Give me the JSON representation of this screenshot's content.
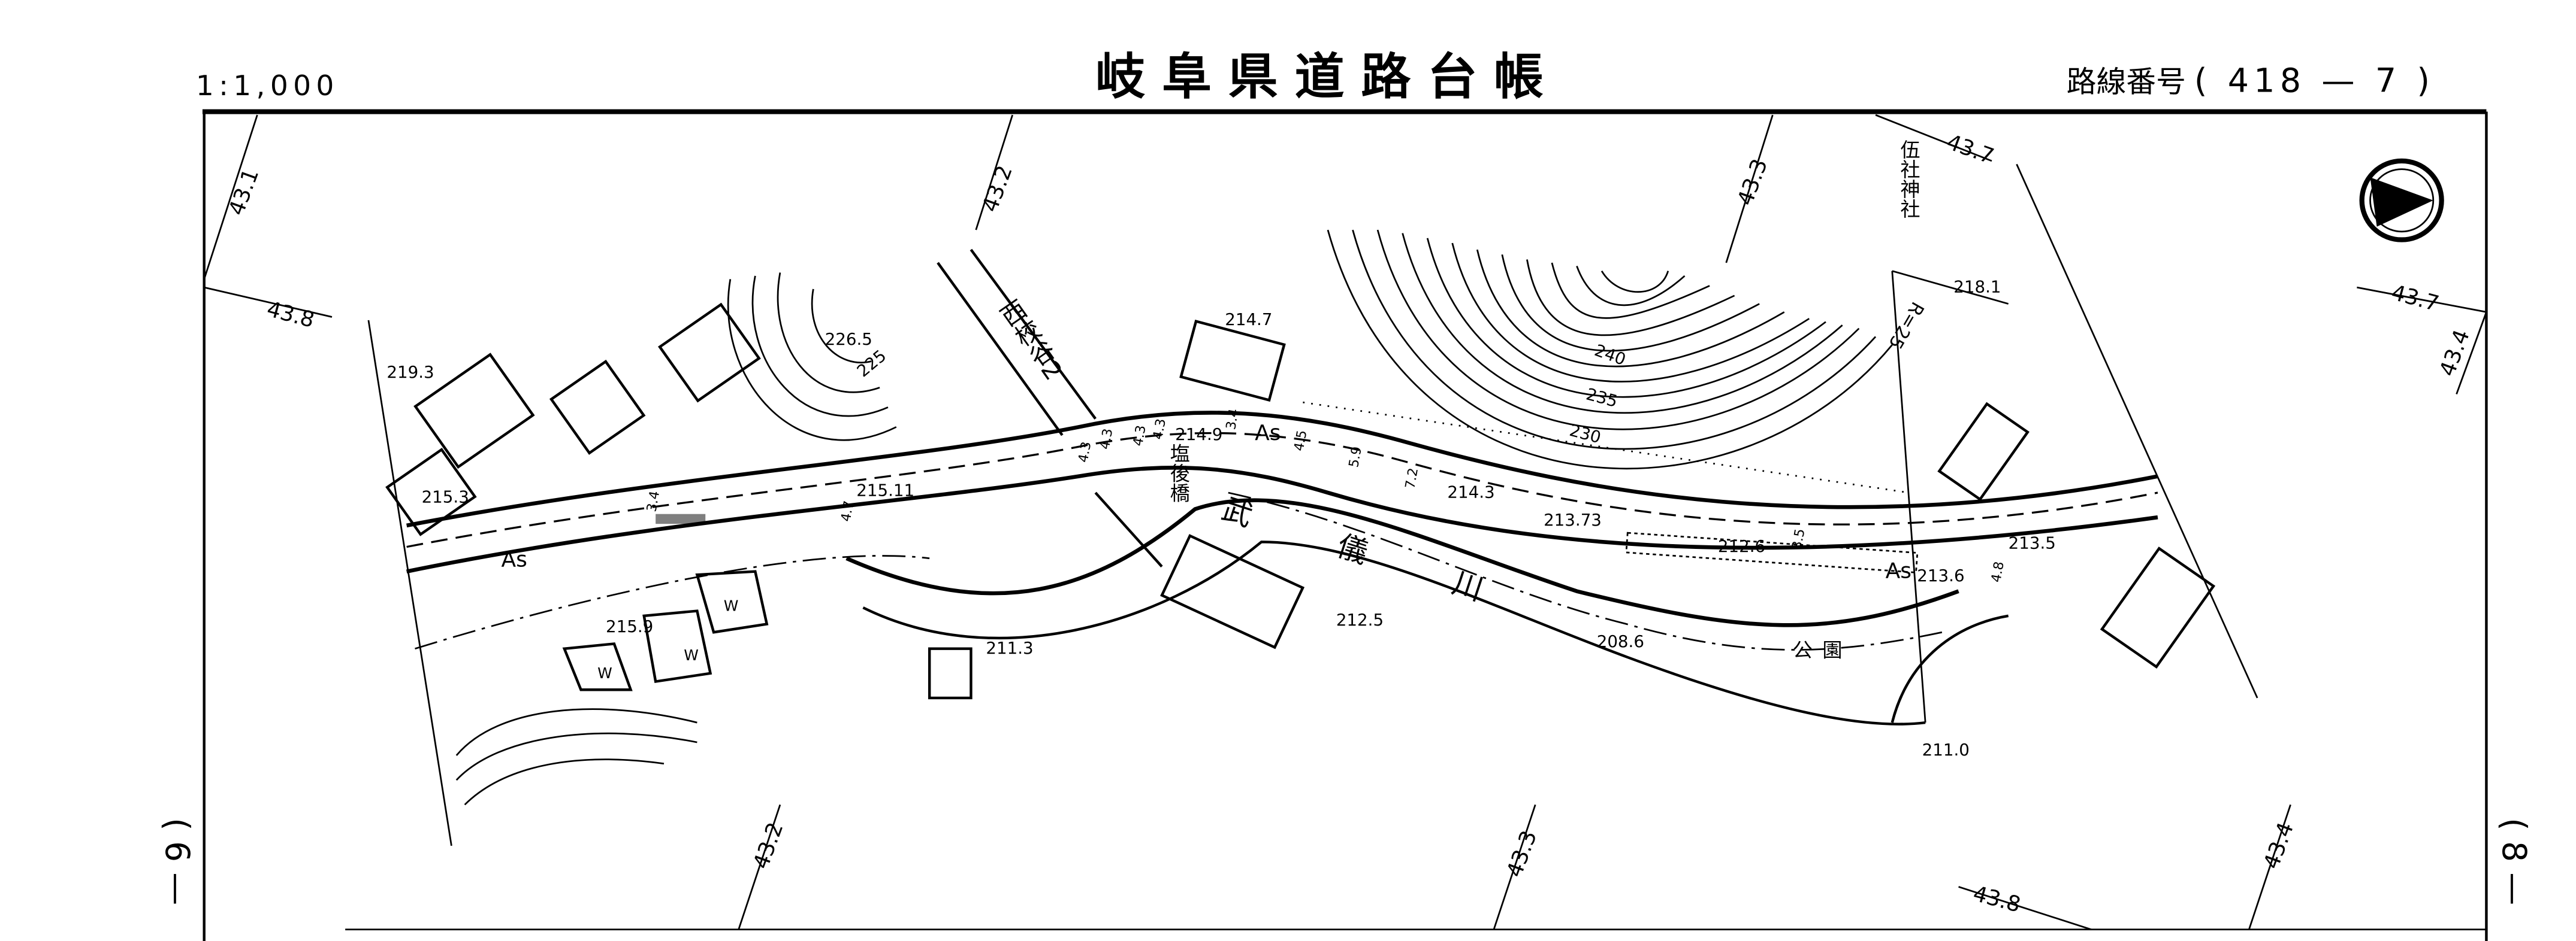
{
  "header": {
    "scale": "1:1,000",
    "title": "岐阜県道路台帳",
    "route_label": "路線番号",
    "route_number": "( 418 — 7 )"
  },
  "sheet_links": {
    "left": "( 6 —",
    "right": "( 8 —"
  },
  "grid_labels": [
    "43.1",
    "43.8",
    "43.2",
    "43.3",
    "43.7",
    "43.7",
    "43.4",
    "43.2",
    "43.3",
    "43.4",
    "43.8"
  ],
  "elevations": [
    "219.3",
    "226.5",
    "225",
    "214.7",
    "240",
    "235",
    "230",
    "218.1",
    "214.9",
    "215.3",
    "215.11",
    "214.3",
    "213.73",
    "212.6",
    "213.5",
    "213.6",
    "215.9",
    "211.3",
    "212.5",
    "208.6",
    "211.0"
  ],
  "place_names": {
    "valley": "西校谷2",
    "bridge": "塩後橋",
    "river": "武儀川",
    "park": "公園",
    "shrine": "伍社神社"
  },
  "road_marks": {
    "surface_1": "As",
    "surface_2": "As",
    "surface_3": "As",
    "curve": "R=25",
    "well_1": "W",
    "well_2": "W",
    "well_3": "W"
  },
  "widths": [
    "3.4",
    "4.7",
    "4.3",
    "4.3",
    "4.3",
    "4.3",
    "3.4",
    "4.5",
    "5.9",
    "7.2",
    "3.5",
    "4.8"
  ],
  "north_arrow": "north-arrow-icon"
}
